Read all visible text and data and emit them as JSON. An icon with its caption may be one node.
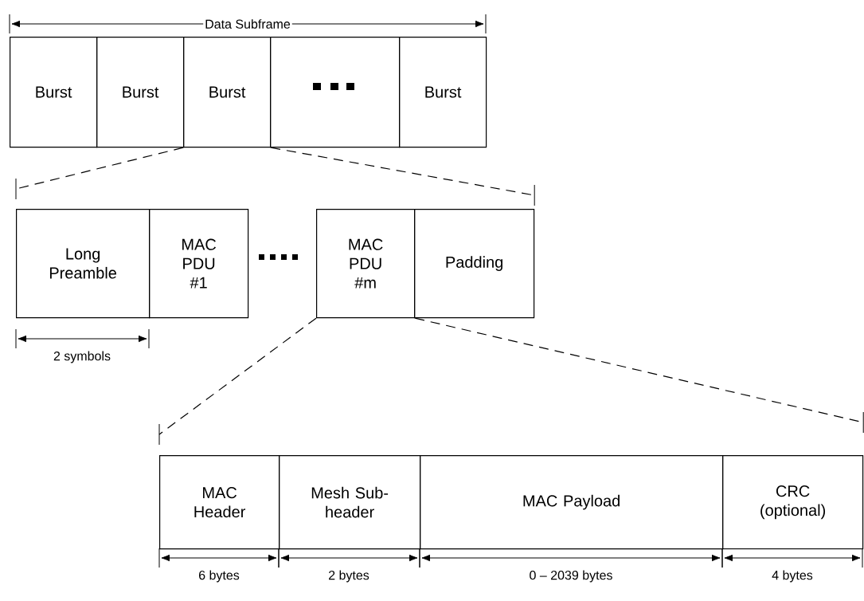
{
  "diagram": {
    "nodes": [
      {
        "text": [
          "Burst"
        ]
      },
      {
        "text": [
          "Burst"
        ]
      },
      {
        "text": [
          "Burst"
        ]
      },
      {
        "text": [],
        "shape": "box"
      },
      {
        "text": [
          "Burst"
        ]
      },
      {
        "text": [
          "Long Preamble"
        ]
      },
      {
        "text": [
          "MAC PDU #1"
        ]
      },
      {
        "text": [
          "MAC PDU #m"
        ]
      },
      {
        "text": [
          "Padding"
        ]
      },
      {
        "text": [
          "MAC Header"
        ]
      },
      {
        "text": [
          "Mesh Sub-header"
        ]
      },
      {
        "text": [
          "MAC Payload"
        ]
      },
      {
        "text": [
          "CRC (optional)"
        ]
      }
    ],
    "edges": [
      {
        "from": 2,
        "to": 5,
        "arrow": "none",
        "style": "dashed"
      },
      {
        "from": 2,
        "to": 8,
        "arrow": "none",
        "style": "dashed"
      },
      {
        "from": 7,
        "to": 9,
        "arrow": "none",
        "style": "dashed"
      },
      {
        "from": 7,
        "to": 12,
        "arrow": "none",
        "style": "dashed"
      }
    ],
    "labels": [
      "Data Subframe",
      "2 symbols",
      "6 bytes",
      "2 bytes",
      "0 – 2039 bytes",
      "4 bytes"
    ]
  }
}
